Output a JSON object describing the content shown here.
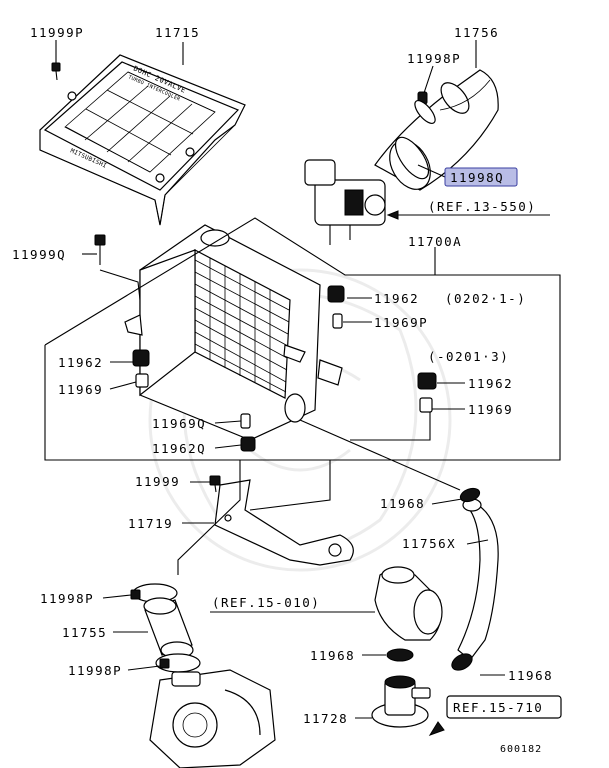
{
  "labels": {
    "p11999P": "11999P",
    "p11715": "11715",
    "p11756": "11756",
    "p11998P_top": "11998P",
    "p11998Q": "11998Q",
    "ref13550": "(REF.13-550)",
    "p11999Q": "11999Q",
    "p11700A": "11700A",
    "p11962_a": "11962",
    "date_new": "(0202·1-)",
    "p11969P": "11969P",
    "date_old": "(-0201·3)",
    "p11962_left": "11962",
    "p11969_left": "11969",
    "p11962_b": "11962",
    "p11969_right": "11969",
    "p11969Q": "11969Q",
    "p11962Q": "11962Q",
    "p11999": "11999",
    "p11968_a": "11968",
    "p11719": "11719",
    "p11756X": "11756X",
    "p11998P_mid": "11998P",
    "ref15010": "(REF.15-010)",
    "p11755": "11755",
    "p11968_b": "11968",
    "p11968_c": "11968",
    "p11998P_low": "11998P",
    "p11728": "11728",
    "ref15710": "REF.15-710",
    "diagram_no": "600182"
  },
  "cover_text": {
    "line1": "DOHC 20VALVE",
    "line2": "TURBO INTERCOOLER",
    "brand": "MITSUBISHI"
  },
  "colors": {
    "highlight_fill": "#b9bde6",
    "highlight_stroke": "#3a3fa0",
    "line": "#000000"
  }
}
